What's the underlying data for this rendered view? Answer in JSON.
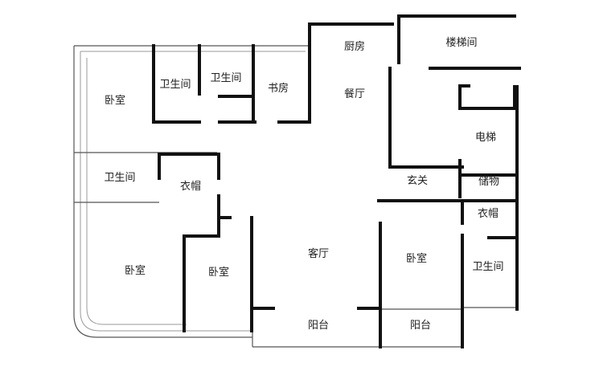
{
  "colors": {
    "wall": "#111111",
    "outline": "#555555",
    "balcony_rail": "#9a9a9a",
    "text": "#222222"
  },
  "rooms": {
    "kitchen": "厨房",
    "stairwell": "楼梯间",
    "bedroom_nw": "卧室",
    "bathroom_1": "卫生间",
    "bathroom_2": "卫生间",
    "study": "书房",
    "dining": "餐厅",
    "elevator": "电梯",
    "bathroom_w": "卫生间",
    "wardrobe_w": "衣帽",
    "foyer": "玄关",
    "storage": "储物",
    "wardrobe_e": "衣帽",
    "living": "客厅",
    "bedroom_sw": "卧室",
    "bedroom_s": "卧室",
    "bedroom_se": "卧室",
    "bathroom_e": "卫生间",
    "balcony_1": "阳台",
    "balcony_2": "阳台"
  }
}
